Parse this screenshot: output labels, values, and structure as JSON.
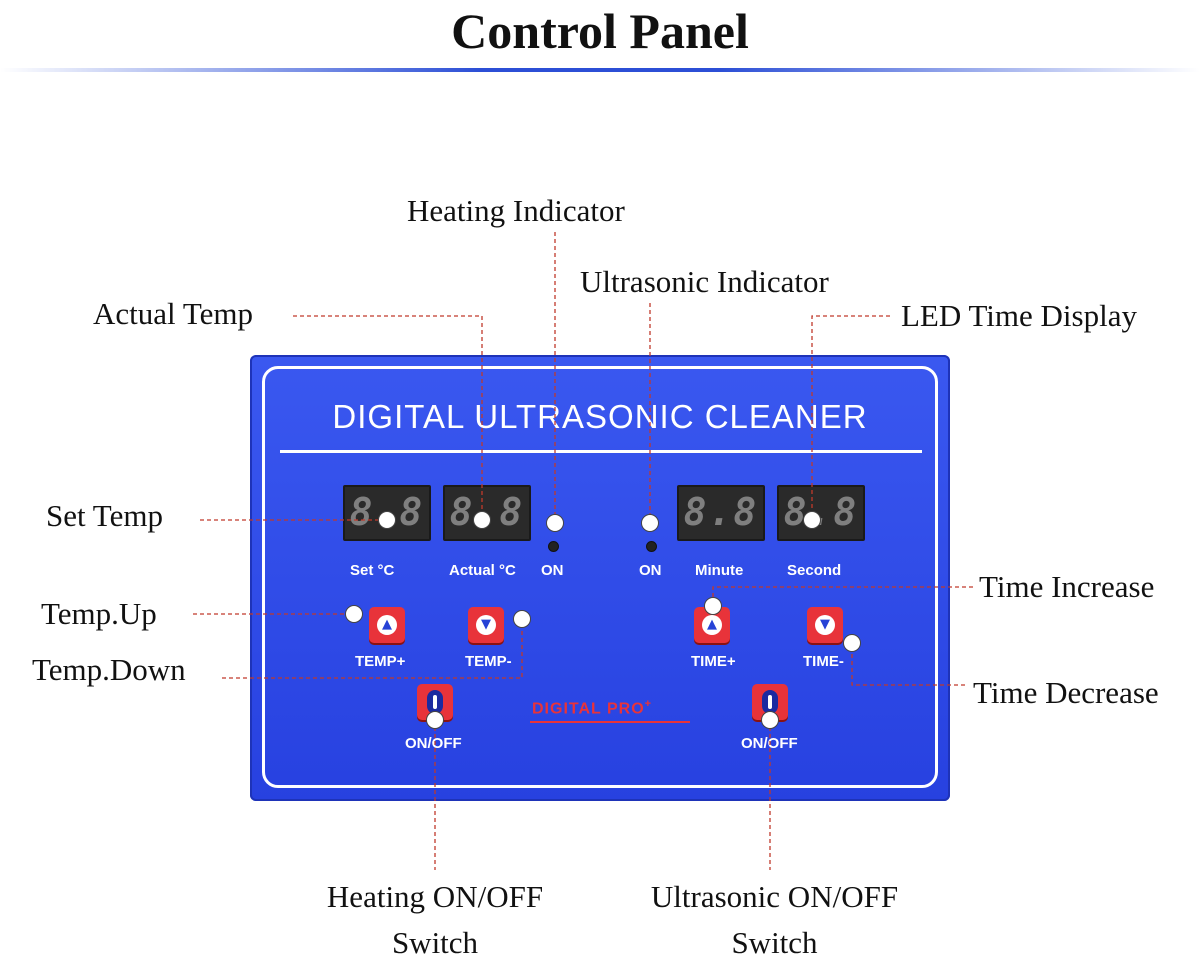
{
  "title": "Control Panel",
  "panel": {
    "heading": "DIGITAL ULTRASONIC CLEANER",
    "brand": "DIGITAL PRO",
    "brand_sup": "+",
    "captions": {
      "set": "Set   °C",
      "actual": "Actual °C",
      "heat_on": "ON",
      "ultra_on": "ON",
      "minute": "Minute",
      "second": "Second",
      "temp_plus": "TEMP+",
      "temp_minus": "TEMP-",
      "time_plus": "TIME+",
      "time_minus": "TIME-",
      "heat_onoff": "ON/OFF",
      "ultra_onoff": "ON/OFF"
    },
    "displays": {
      "set": "8.8",
      "actual": "8.8",
      "minute": "8.8",
      "second": "8.8"
    },
    "colors": {
      "panel": "#2f4ce8",
      "button": "#e8333a",
      "leader": "#c0392b"
    }
  },
  "labels": {
    "heating_indicator": "Heating Indicator",
    "actual_temp": "Actual Temp",
    "ultrasonic_indicator": "Ultrasonic  Indicator",
    "led_time_display": "LED Time Display",
    "set_temp": "Set Temp",
    "temp_up": "Temp.Up",
    "temp_down": "Temp.Down",
    "time_increase": "Time Increase",
    "time_decrease": "Time Decrease",
    "heating_switch_line1": "Heating ON/OFF",
    "heating_switch_line2": "Switch",
    "ultrasonic_switch_line1": "Ultrasonic ON/OFF",
    "ultrasonic_switch_line2": "Switch"
  }
}
